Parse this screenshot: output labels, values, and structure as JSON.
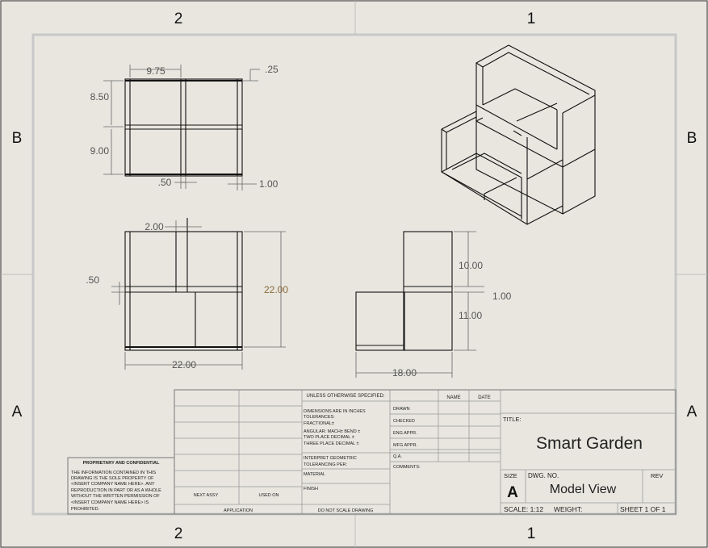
{
  "zones": {
    "col_left": "2",
    "col_right": "1",
    "row_top": "B",
    "row_bottom": "A"
  },
  "top_view": {
    "width": "9.75",
    "offset": ".25",
    "upper": "8.50",
    "lower": "9.00",
    "gap": ".50",
    "side": "1.00"
  },
  "front_view": {
    "inset": "2.00",
    "shelf": ".50",
    "height": "22.00",
    "width": "22.00"
  },
  "side_view": {
    "upper": "10.00",
    "shelf": "1.00",
    "lower": "11.00",
    "width": "18.00"
  },
  "title_block": {
    "unless": "UNLESS OTHERWISE SPECIFIED:",
    "name_hdr": "NAME",
    "date_hdr": "DATE",
    "dims_line1": "DIMENSIONS ARE IN INCHES",
    "dims_line2": "TOLERANCES:",
    "dims_line3": "FRACTIONAL±",
    "dims_line4": "ANGULAR: MACH±    BEND ±",
    "dims_line5": "TWO PLACE DECIMAL    ±",
    "dims_line6": "THREE PLACE DECIMAL  ±",
    "interp1": "INTERPRET GEOMETRIC",
    "interp2": "TOLERANCING PER:",
    "material": "MATERIAL",
    "finish": "FINISH",
    "next_assy": "NEXT ASSY",
    "used_on": "USED ON",
    "application": "APPLICATION",
    "do_not_scale": "DO NOT SCALE DRAWING",
    "drawn": "DRAWN",
    "checked": "CHECKED",
    "eng_appr": "ENG APPR.",
    "mfg_appr": "MFG APPR.",
    "qa": "Q.A.",
    "comments": "COMMENTS:",
    "title_lbl": "TITLE:",
    "title": "Smart Garden",
    "size_lbl": "SIZE",
    "size": "A",
    "dwg_lbl": "DWG.  NO.",
    "dwg": "Model View",
    "rev_lbl": "REV",
    "scale": "SCALE: 1:12",
    "weight": "WEIGHT:",
    "sheet": "SHEET 1 OF 1",
    "prop_title": "PROPRIETARY AND CONFIDENTIAL",
    "prop1": "THE INFORMATION CONTAINED IN THIS",
    "prop2": "DRAWING IS THE SOLE PROPERTY OF",
    "prop3": "<INSERT COMPANY NAME HERE>.  ANY",
    "prop4": "REPRODUCTION IN PART OR AS A WHOLE",
    "prop5": "WITHOUT THE WRITTEN PERMISSION OF",
    "prop6": "<INSERT COMPANY NAME HERE> IS",
    "prop7": "PROHIBITED."
  }
}
